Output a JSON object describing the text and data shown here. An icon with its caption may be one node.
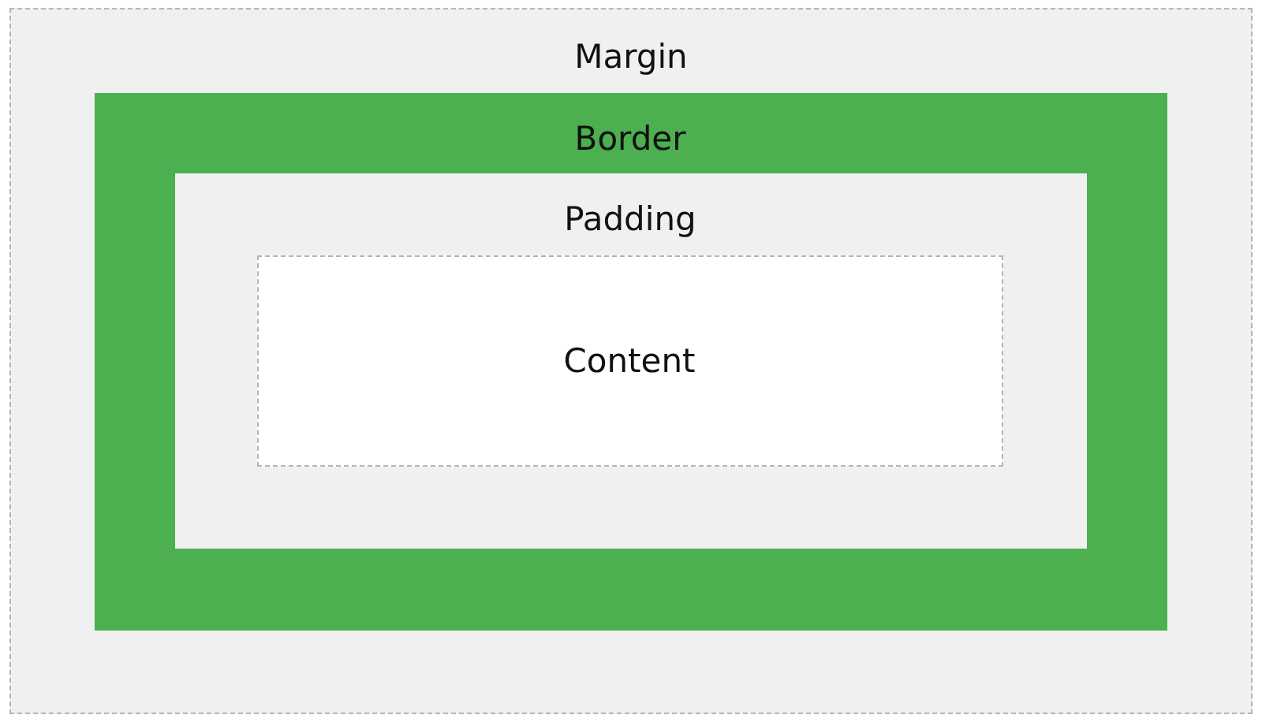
{
  "diagram": {
    "nodes": [
      {
        "text": [
          "Margin"
        ]
      },
      {
        "text": [
          "Border"
        ],
        "in": 0
      },
      {
        "text": [
          "Padding"
        ],
        "in": 1
      },
      {
        "text": [
          "Content"
        ],
        "in": 2
      }
    ]
  }
}
